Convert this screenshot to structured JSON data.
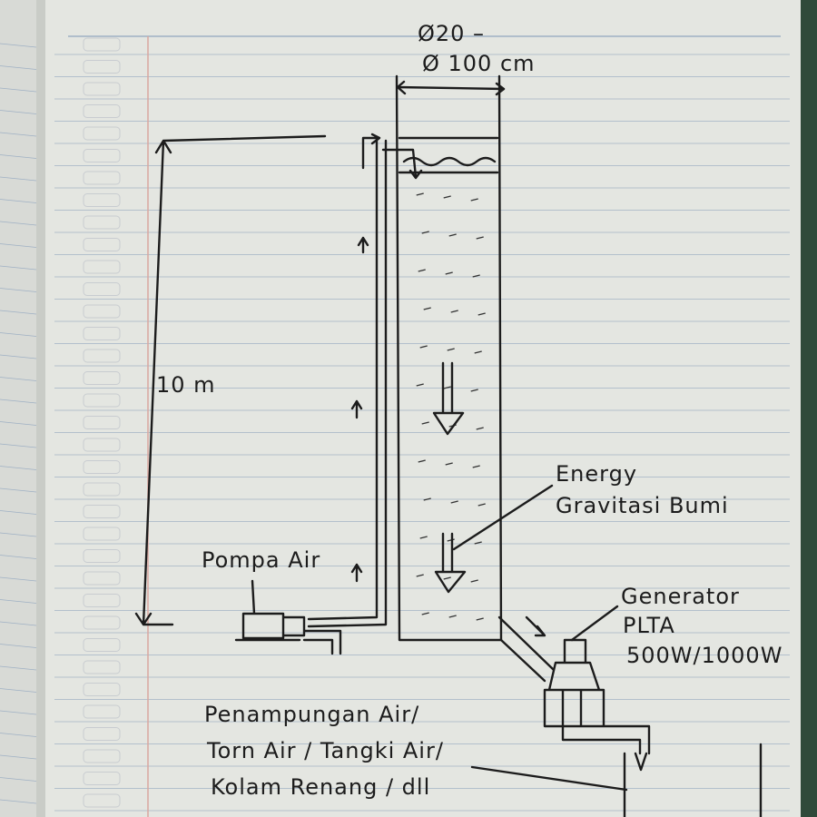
{
  "diagram": {
    "diameter_top": "Ø20 –",
    "diameter_main": "Ø 100 cm",
    "height_label": "10 m",
    "pump_label": "Pompa Air",
    "energy_label_line1": "Energy",
    "energy_label_line2": "Gravitasi Bumi",
    "generator_line1": "Generator",
    "generator_line2": "PLTA",
    "generator_line3": "500W/1000W",
    "reservoir_line1": "Penampungan Air/",
    "reservoir_line2": "Torn Air / Tangki Air/",
    "reservoir_line3": "Kolam Renang / dll"
  },
  "colors": {
    "paper": "#e6e8e3",
    "rule": "#9fb0c4",
    "margin": "#d9a7a0",
    "ink": "#1c1c1c"
  }
}
